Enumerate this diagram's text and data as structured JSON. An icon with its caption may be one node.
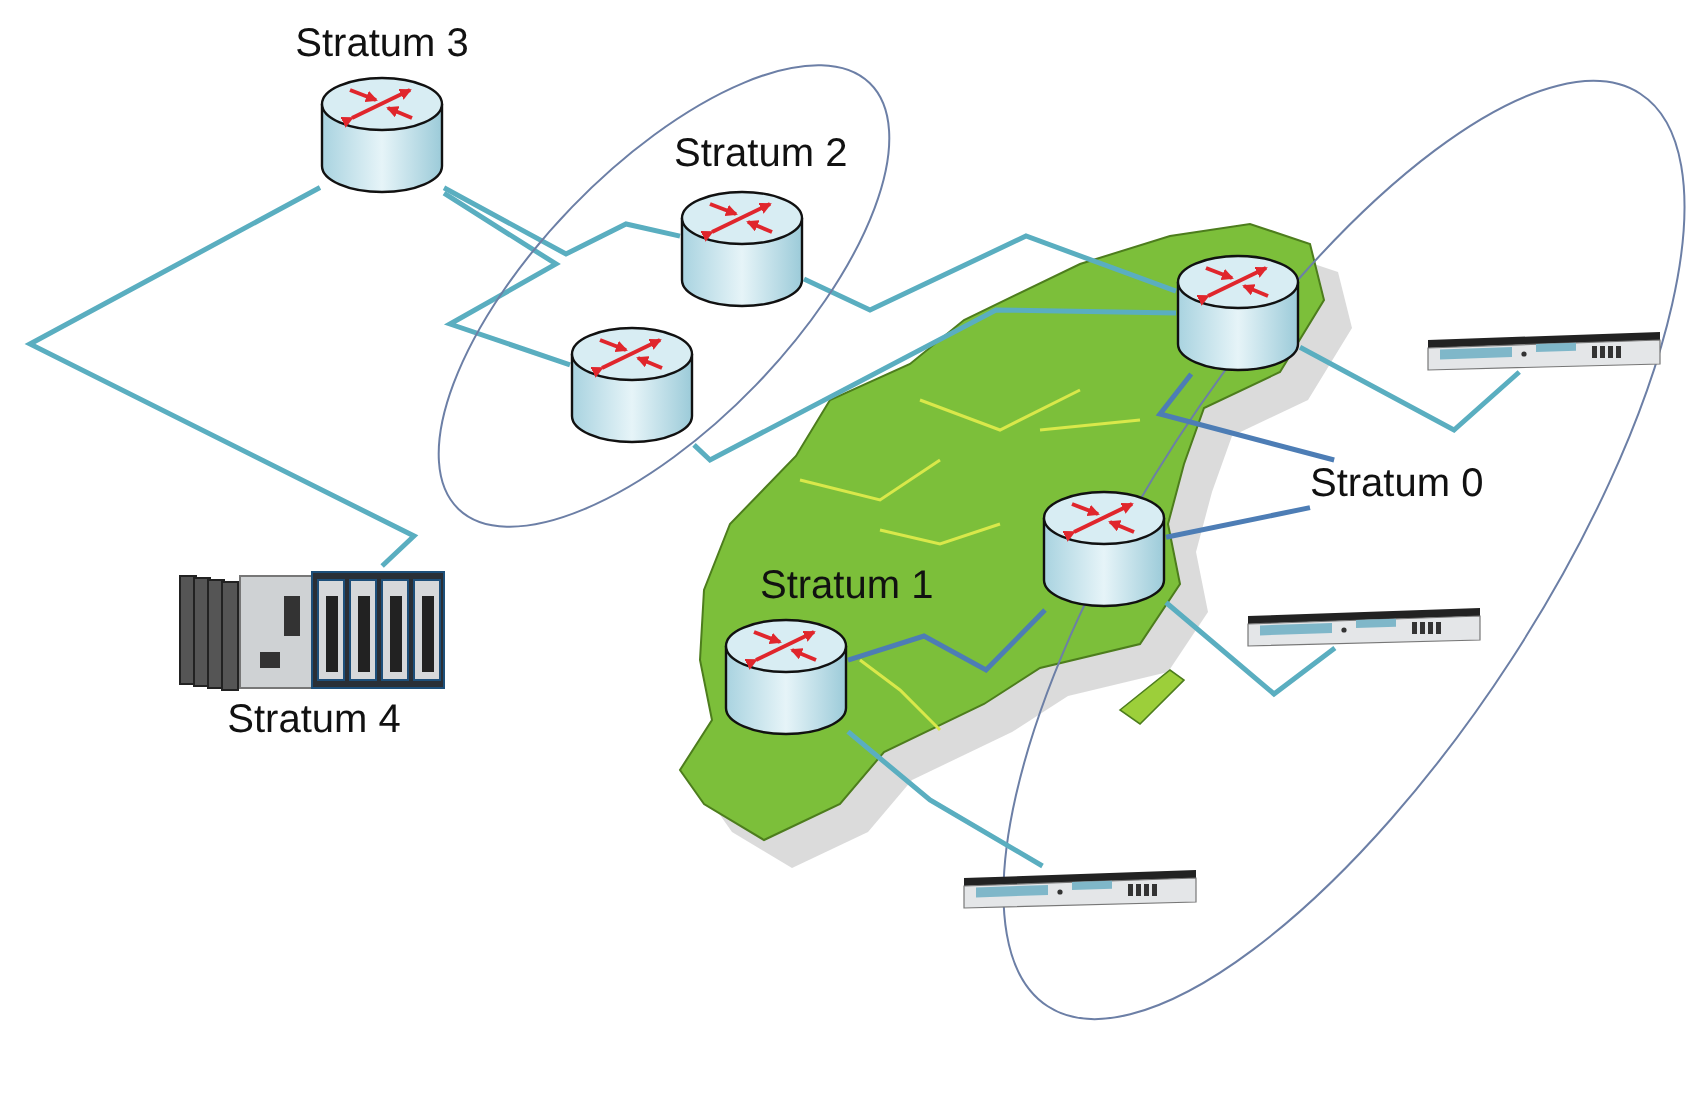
{
  "diagram": {
    "nodes": [
      {
        "text": [
          "Stratum 3"
        ]
      },
      {
        "text": [
          "Stratum 2"
        ]
      },
      {
        "text": [],
        "shape": "cylinder",
        "in": 1
      },
      {
        "text": [],
        "shape": "cylinder",
        "in": 1
      },
      {
        "text": [
          "Stratum 4"
        ]
      },
      {
        "text": [],
        "shape": "cylinder"
      },
      {
        "text": [],
        "shape": "cylinder"
      },
      {
        "text": [
          "Stratum 1"
        ]
      },
      {
        "text": [
          "Stratum 0"
        ]
      },
      {
        "text": [],
        "shape": "picture"
      },
      {
        "text": [],
        "shape": "picture"
      },
      {
        "text": [],
        "shape": "picture"
      }
    ],
    "edges": [
      {
        "from": 0,
        "to": 4,
        "arrow": "none"
      },
      {
        "from": 0,
        "to": 2,
        "arrow": "none"
      },
      {
        "from": 0,
        "to": 3,
        "arrow": "none"
      },
      {
        "from": 2,
        "to": 5,
        "arrow": "none"
      },
      {
        "from": 3,
        "to": 5,
        "arrow": "none"
      },
      {
        "from": 5,
        "to": 8,
        "arrow": "none",
        "color": "#4d7db5"
      },
      {
        "from": 6,
        "to": 8,
        "arrow": "none",
        "color": "#4d7db5"
      },
      {
        "from": 5,
        "to": 9,
        "arrow": "none"
      },
      {
        "from": 6,
        "to": 10,
        "arrow": "none"
      },
      {
        "from": 7,
        "to": 6,
        "arrow": "none",
        "color": "#4d7db5"
      },
      {
        "from": 7,
        "to": 11,
        "arrow": "none"
      }
    ]
  }
}
